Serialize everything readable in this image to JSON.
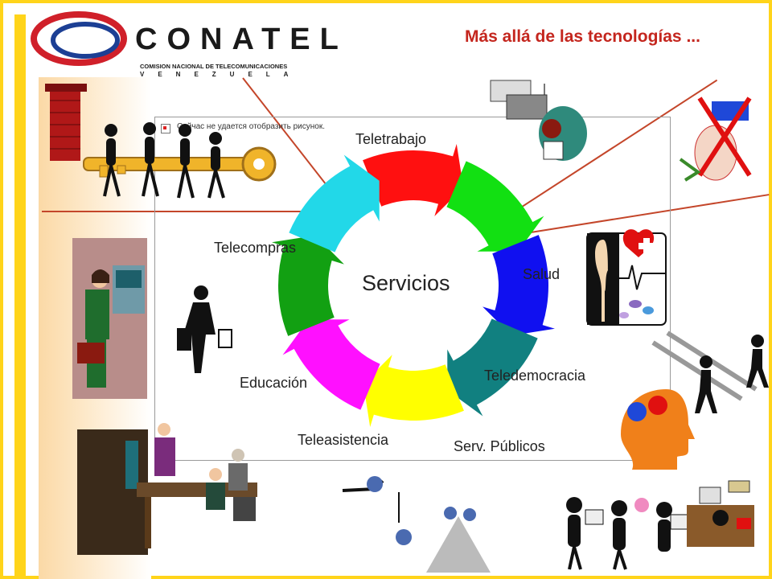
{
  "logo": {
    "name": "CONATEL",
    "subtitle": "COMISION NACIONAL DE TELECOMUNICACIONES",
    "country": "VENEZUELA"
  },
  "tagline": "Más allá de las tecnologías ...",
  "broken_image_text": "Сейчас не удается отобразить рисунок.",
  "cycle": {
    "center": "Servicios",
    "labels": {
      "teletrabajo": "Teletrabajo",
      "telecompras": "Telecompras",
      "salud": "Salud",
      "teledemocracia": "Teledemocracia",
      "educacion": "Educación",
      "teleasistencia": "Teleasistencia",
      "serv_publicos": "Serv. Públicos"
    },
    "colors": [
      "#ff1010",
      "#12e012",
      "#1010f0",
      "#118080",
      "#ffff00",
      "#ff10ff",
      "#12a012",
      "#22d8e8"
    ]
  },
  "colors": {
    "frame": "#ffd41a",
    "tagline": "#c4261e",
    "connector": "#c4462a"
  }
}
